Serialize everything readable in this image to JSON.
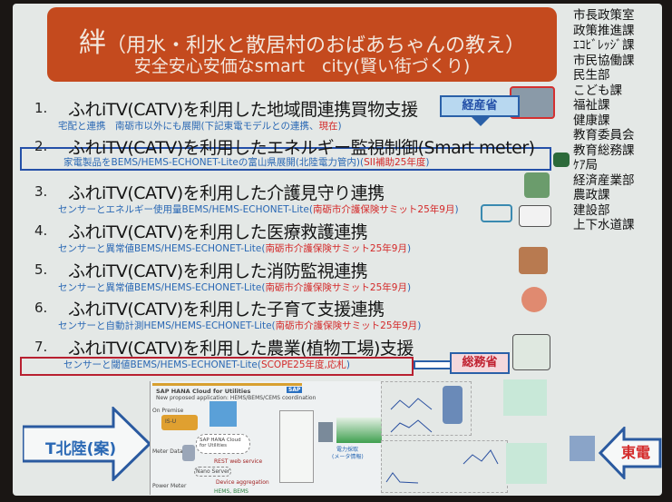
{
  "title": {
    "kanji": "絆",
    "line1": "（用水・利水と散居村のおばあちゃんの教え）",
    "line2": "安全安心安価なsmart　city(賢い街づくり)"
  },
  "items": [
    {
      "num": "1.",
      "title": "ふれiTV(CATV)を利用した地域間連携買物支援",
      "sub": "宅配と連携　南砺市以外にも展開(下記東電モデルとの連携、",
      "sub_red": "現在",
      "sub_end": ")"
    },
    {
      "num": "2.",
      "title": "ふれiTV(CATV)を利用したエネルギー監視制御(Smart meter)",
      "sub": "家電製品をBEMS/HEMS-ECHONET-Liteの富山県展開(北陸電力管内)(",
      "sub_red": "SII補助25年度",
      "sub_end": ")"
    },
    {
      "num": "3.",
      "title": "ふれiTV(CATV)を利用した介護見守り連携",
      "sub": "センサーとエネルギー使用量BEMS/HEMS-ECHONET-Lite(",
      "sub_red": "南砺市介護保険サミット25年9月",
      "sub_end": ")"
    },
    {
      "num": "4.",
      "title": "ふれiTV(CATV)を利用した医療救護連携",
      "sub": "センサーと異常値BEMS/HEMS-ECHONET-Lite(",
      "sub_red": "南砺市介護保険サミット25年9月",
      "sub_end": ")"
    },
    {
      "num": "5.",
      "title": "ふれiTV(CATV)を利用した消防監視連携",
      "sub": "センサーと異常値BEMS/HEMS-ECHONET-Lite(",
      "sub_red": "南砺市介護保険サミット25年9月",
      "sub_end": ")"
    },
    {
      "num": "6.",
      "title": "ふれiTV(CATV)を利用した子育て支援連携",
      "sub": "センサーと自動計測HEMS/HEMS-ECHONET-Lite(",
      "sub_red": "南砺市介護保険サミット25年9月",
      "sub_end": ")"
    },
    {
      "num": "7.",
      "title": "ふれiTV(CATV)を利用した農業(植物工場)支援",
      "sub": "センサーと閾値BEMS/HEMS-ECHONET-Lite(",
      "sub_red": "SCOPE25年度,応札",
      "sub_end": ")"
    }
  ],
  "callouts": {
    "meti": "経産省",
    "mic": "総務省",
    "hokuriku": "T北陸(案)",
    "tepco": "東電"
  },
  "departments": [
    "市長政策室",
    "政策推進課",
    "ｴｺﾋﾞﾚｯｼﾞ課",
    "市民協働課",
    "民生部",
    "こども課",
    "福祉課",
    "健康課",
    "教育委員会",
    "教育総務課",
    "ｹｱ局",
    "経済産業部",
    "農政課",
    "建設部",
    "上下水道課"
  ],
  "diagram": {
    "title": "SAP HANA Cloud for Utilities",
    "subtitle": "New proposed application:  HEMS/BEMS/CEMS coordination",
    "logo": "SAP",
    "on_premise": "On Premise",
    "isu": "IS-U",
    "cloud": "SAP HANA Cloud for Utilities",
    "meter_data": "Meter Data",
    "rest": "REST web service",
    "nano": "Nano Server",
    "aggregation": "Device aggregation",
    "power_meter": "Power Meter",
    "hems": "HEMS, BEMS",
    "power_collect": "電力採取",
    "meter_info": "(メータ情報)"
  },
  "colors": {
    "title_bg": "#c44a1e",
    "sub_blue": "#2a68b4",
    "accent_red": "#d42a2a",
    "box_blue": "#2450a8"
  }
}
